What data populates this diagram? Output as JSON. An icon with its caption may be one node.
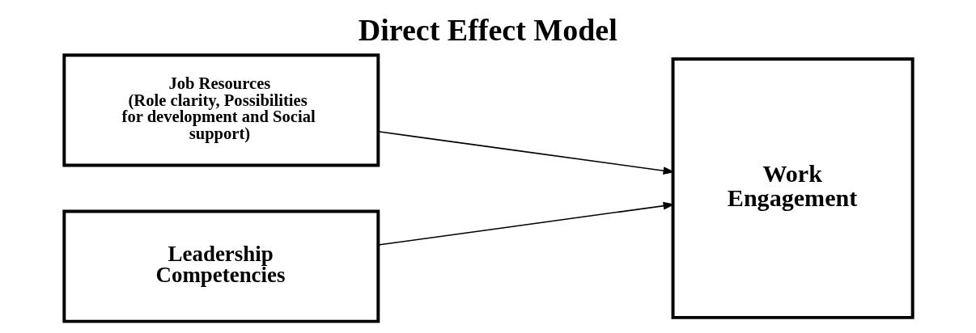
{
  "diagram": {
    "title": "Direct Effect Model",
    "nodes": [
      {
        "text": [
          "Job Resources",
          "(Role clarity, Possibilities for development and Social support)"
        ]
      },
      {
        "text": [
          "Leadership Competencies"
        ]
      },
      {
        "text": [
          "Work Engagement"
        ]
      }
    ],
    "edges": [
      {
        "from": 0,
        "to": 2,
        "arrow": "to"
      },
      {
        "from": 1,
        "to": 2,
        "arrow": "to"
      }
    ]
  }
}
